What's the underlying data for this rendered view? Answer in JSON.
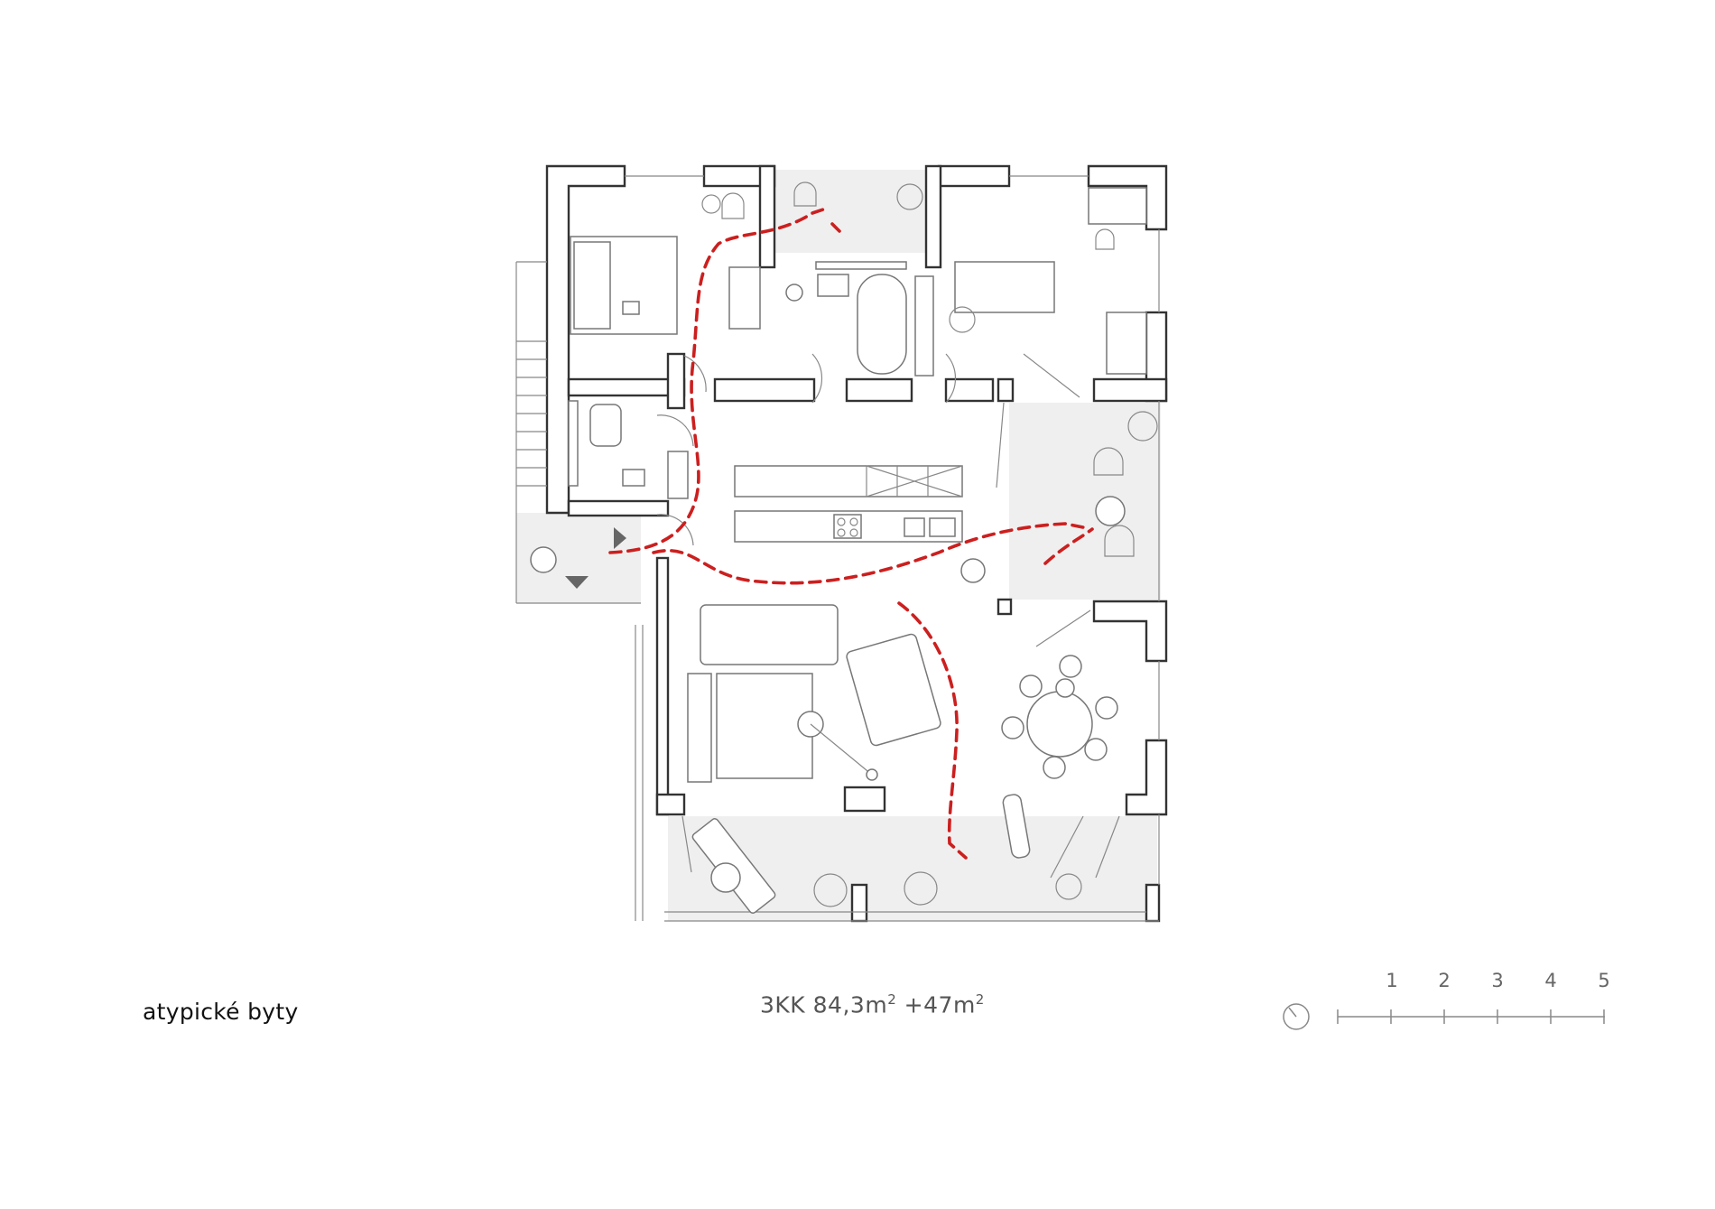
{
  "caption": {
    "project_label": "atypické byty",
    "unit_type": "3KK",
    "area_main": "84,3m",
    "area_main_sup": "2",
    "area_extra": " +47m",
    "area_extra_sup": "2"
  },
  "scale_bar": {
    "numbers": [
      "1",
      "2",
      "3",
      "4",
      "5"
    ]
  },
  "icons": {
    "north": "north-arrow-icon",
    "person": "person-icon",
    "plant": "plant-icon",
    "chair": "chair-icon"
  },
  "colors": {
    "walkway_path": "#cc1f1f",
    "walls": "#333333",
    "zones": "#efefef"
  }
}
